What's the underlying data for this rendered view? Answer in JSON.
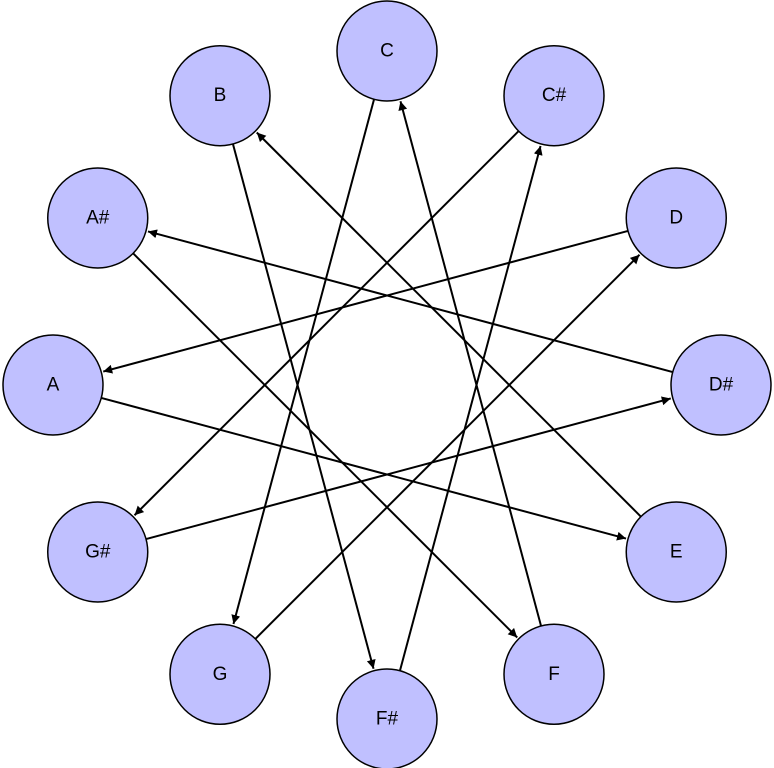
{
  "diagram": {
    "colors": {
      "node_fill": "#c0c0ff",
      "stroke": "#000000",
      "background": "#ffffff"
    },
    "nodes": [
      {
        "id": "C",
        "label": "C"
      },
      {
        "id": "C#",
        "label": "C#"
      },
      {
        "id": "D",
        "label": "D"
      },
      {
        "id": "D#",
        "label": "D#"
      },
      {
        "id": "E",
        "label": "E"
      },
      {
        "id": "F",
        "label": "F"
      },
      {
        "id": "F#",
        "label": "F#"
      },
      {
        "id": "G",
        "label": "G"
      },
      {
        "id": "G#",
        "label": "G#"
      },
      {
        "id": "A",
        "label": "A"
      },
      {
        "id": "A#",
        "label": "A#"
      },
      {
        "id": "B",
        "label": "B"
      }
    ],
    "edges": [
      {
        "from": "C",
        "to": "G"
      },
      {
        "from": "G",
        "to": "D"
      },
      {
        "from": "D",
        "to": "A"
      },
      {
        "from": "A",
        "to": "E"
      },
      {
        "from": "E",
        "to": "B"
      },
      {
        "from": "B",
        "to": "F#"
      },
      {
        "from": "F#",
        "to": "C#"
      },
      {
        "from": "C#",
        "to": "G#"
      },
      {
        "from": "G#",
        "to": "D#"
      },
      {
        "from": "D#",
        "to": "A#"
      },
      {
        "from": "A#",
        "to": "F"
      },
      {
        "from": "F",
        "to": "C"
      }
    ]
  }
}
